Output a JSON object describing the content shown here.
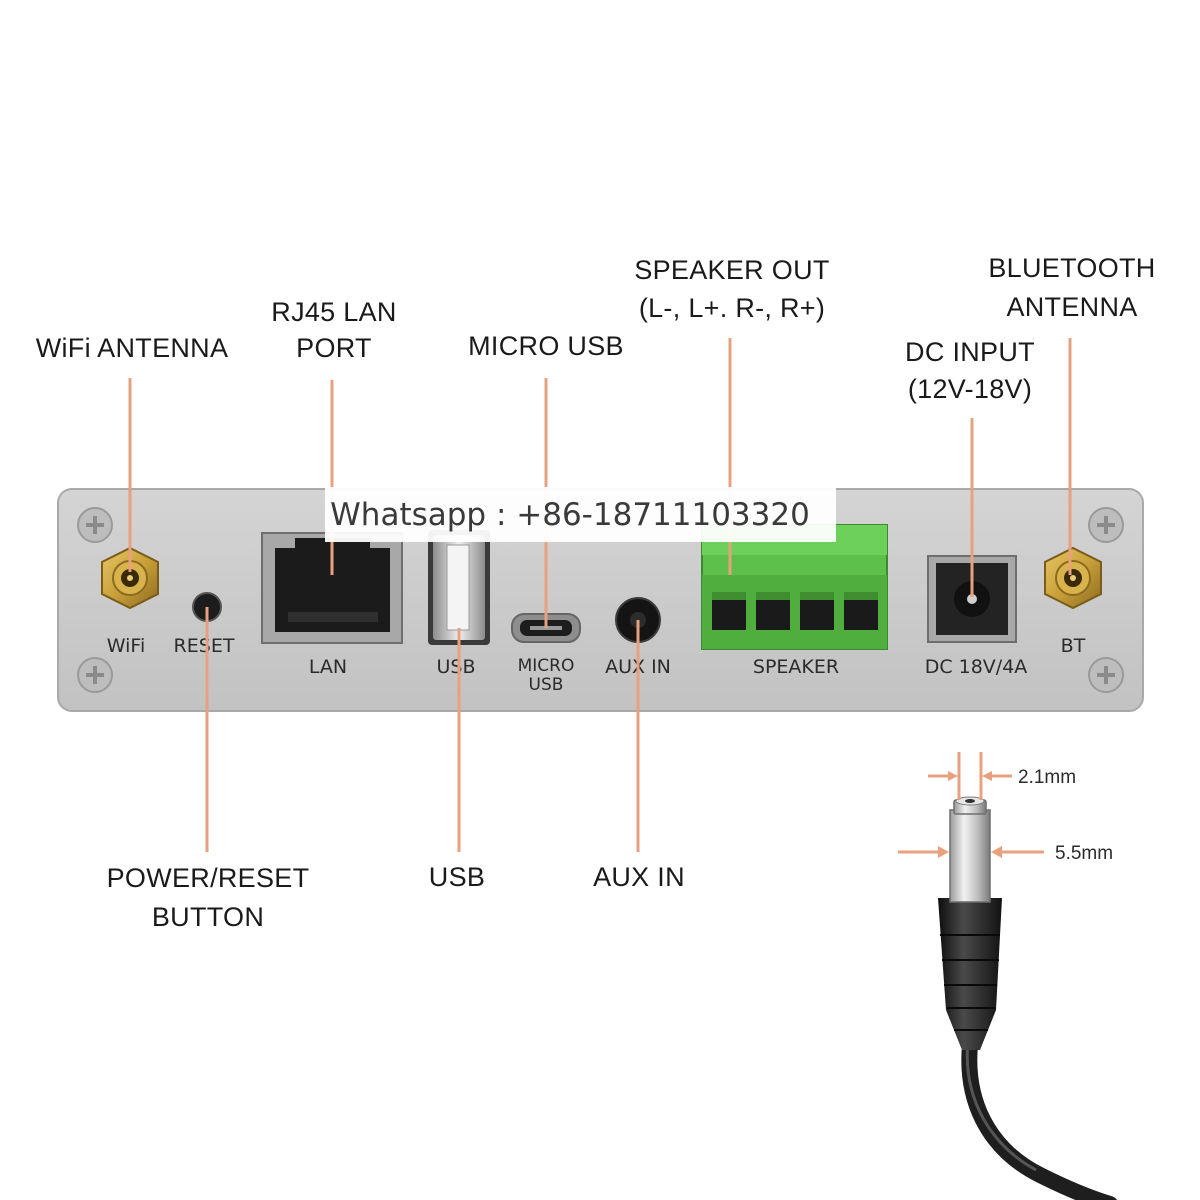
{
  "callouts": {
    "wifi_antenna": "WiFi  ANTENNA",
    "rj45_line1": "RJ45 LAN",
    "rj45_line2": "PORT",
    "micro_usb": "MICRO  USB",
    "speaker_out_line1": "SPEAKER  OUT",
    "speaker_out_line2": "(L-, L+. R-, R+)",
    "dc_input_line1": "DC INPUT",
    "dc_input_line2": "(12V-18V)",
    "bt_antenna_line1": "BLUETOOTH",
    "bt_antenna_line2": "ANTENNA",
    "power_reset_line1": "POWER/RESET",
    "power_reset_line2": "BUTTON",
    "usb": "USB",
    "aux_in": "AUX IN"
  },
  "panel_labels": {
    "wifi": "WiFi",
    "reset": "RESET",
    "lan": "LAN",
    "usb": "USB",
    "micro_usb_line1": "MICRO",
    "micro_usb_line2": "USB",
    "aux_in": "AUX IN",
    "speaker": "SPEAKER",
    "dc": "DC 18V/4A",
    "bt": "BT"
  },
  "watermark": "Whatsapp : +86-18711103320",
  "plug_dimensions": {
    "inner": "2.1mm",
    "outer": "5.5mm"
  },
  "colors": {
    "leader_line": "#e8a07e",
    "panel": "#c9c9c9",
    "terminal_green": "#5cc04a",
    "brass": "#c9a03a",
    "cable": "#1e1e1e"
  }
}
